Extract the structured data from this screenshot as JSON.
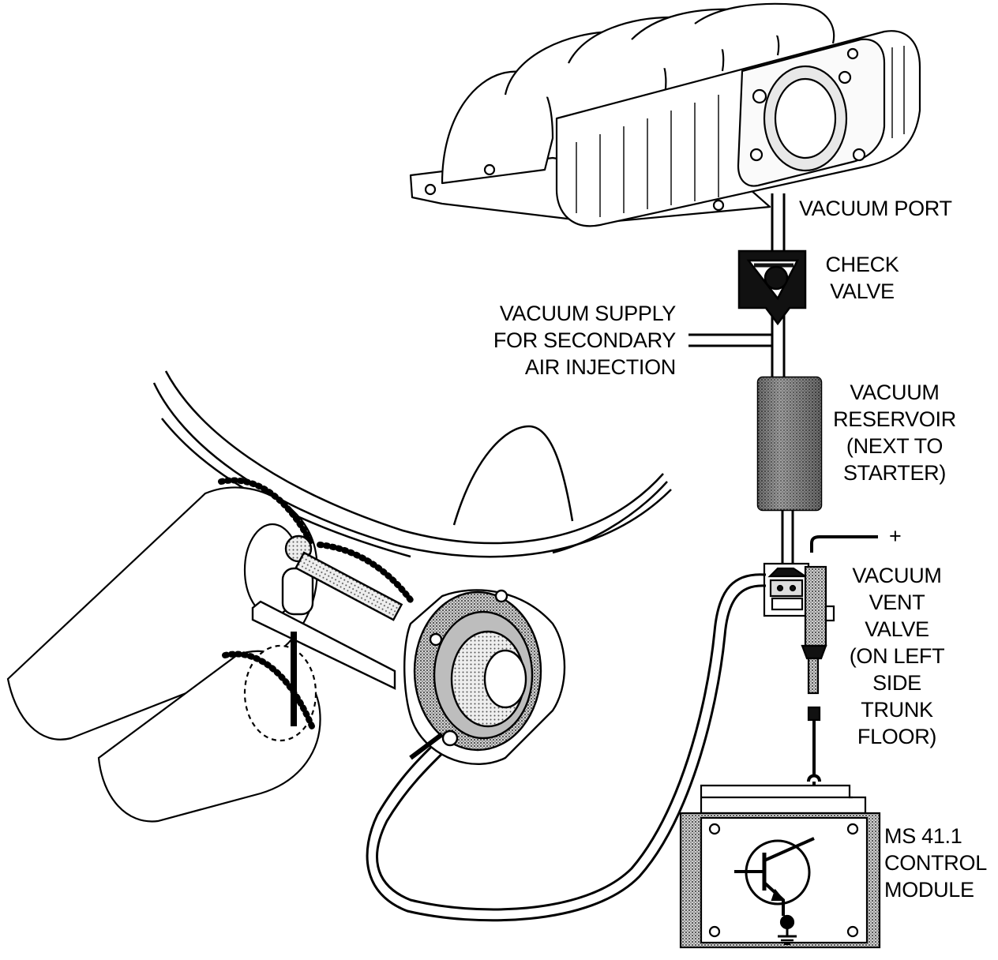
{
  "diagram": {
    "labels": {
      "vacuum_port": [
        "VACUUM PORT"
      ],
      "check_valve": [
        "CHECK",
        "VALVE"
      ],
      "vacuum_supply": [
        "VACUUM SUPPLY",
        "FOR SECONDARY",
        "AIR INJECTION"
      ],
      "vacuum_reservoir": [
        "VACUUM",
        "RESERVOIR",
        "(NEXT TO",
        "STARTER)"
      ],
      "plus_terminal": [
        "+"
      ],
      "vacuum_vent_valve": [
        "VACUUM",
        "VENT",
        "VALVE",
        "(ON LEFT",
        "SIDE",
        "TRUNK",
        "FLOOR)"
      ],
      "control_module": [
        "MS 41.1",
        "CONTROL",
        "MODULE"
      ]
    },
    "colors": {
      "ink": "#000000",
      "paper": "#ffffff",
      "fill_dark": "#3a3a3a",
      "fill_mid": "#9a9a9a"
    }
  }
}
